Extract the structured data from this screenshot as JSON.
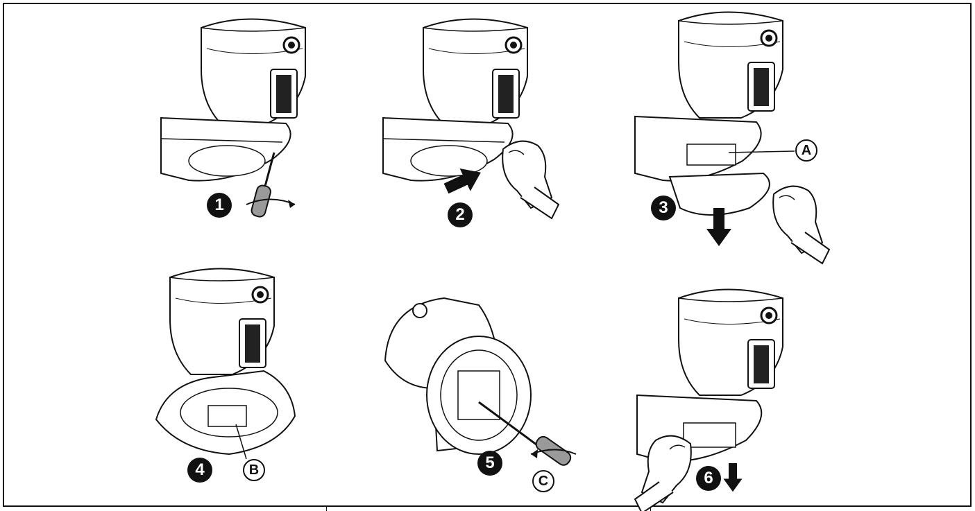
{
  "steps": [
    {
      "number": "1"
    },
    {
      "number": "2"
    },
    {
      "number": "3"
    },
    {
      "number": "4"
    },
    {
      "number": "5"
    },
    {
      "number": "6"
    }
  ],
  "callouts": {
    "a": "A",
    "b": "B",
    "c": "C"
  },
  "colors": {
    "ink": "#111111",
    "paper": "#ffffff",
    "grip": "#9a9a9a"
  }
}
